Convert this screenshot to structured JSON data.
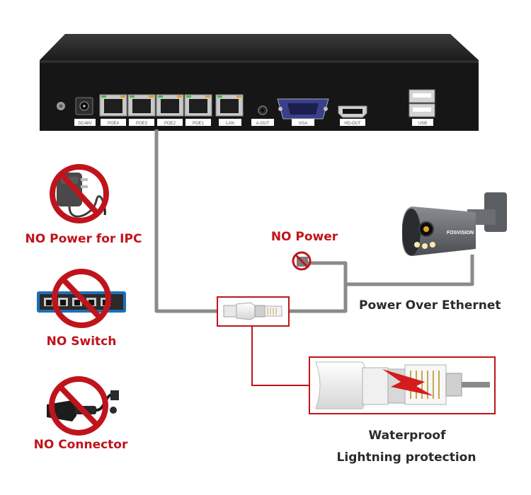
{
  "colors": {
    "accent_red": "#c0141c",
    "cable_gray": "#8a8a8a",
    "device_black": "#141414"
  },
  "nvr": {
    "ports": {
      "dc": "DC48V",
      "poe4": "POE4",
      "poe3": "POE3",
      "poe2": "POE2",
      "poe1": "POE1",
      "lan": "LAN",
      "aout": "A-OUT",
      "vga": "VGA",
      "hdout": "HD-OUT",
      "usb": "USB"
    }
  },
  "left_panels": {
    "power_adapter": "NO Power for IPC",
    "switch": "NO Switch",
    "connector": "NO Connector"
  },
  "center": {
    "no_power": "NO Power"
  },
  "camera": {
    "brand": "FOSVISION",
    "caption": "Power Over Ethernet"
  },
  "connector_detail": {
    "line1": "Waterproof",
    "line2": "Lightning protection"
  },
  "icons": {
    "prohibited": "prohibited-icon",
    "lightning": "lightning-icon"
  }
}
